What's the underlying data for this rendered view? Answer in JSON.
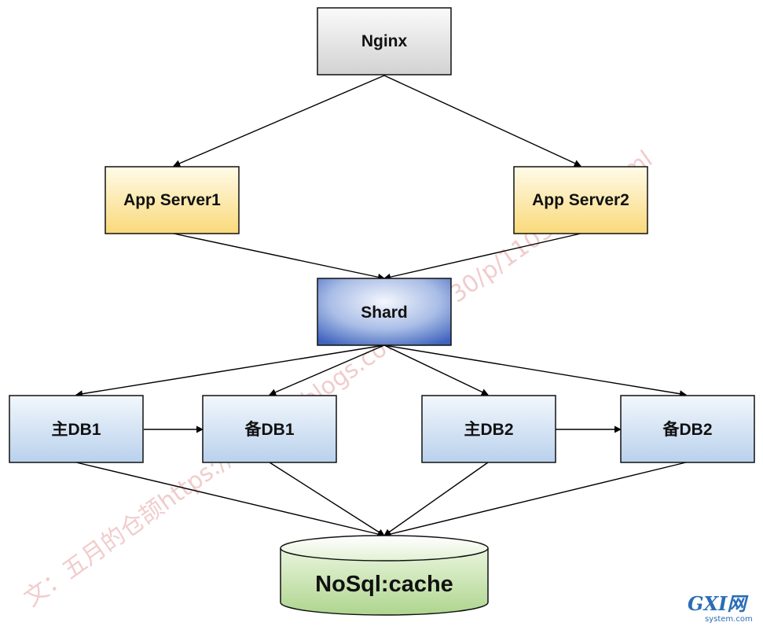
{
  "diagram": {
    "nodes": {
      "nginx": "Nginx",
      "app1": "App Server1",
      "app2": "App Server2",
      "shard": "Shard",
      "master1": "主DB1",
      "backup1": "备DB1",
      "master2": "主DB2",
      "backup2": "备DB2",
      "cache": "NoSql:cache"
    }
  },
  "watermark": {
    "text": "文：五月的仓颉https://www.cnblogs.com/xrq730/p/11039384.html"
  },
  "site_logo": {
    "name": "GXI网",
    "domain": "system.com"
  },
  "colors": {
    "nginx": "#e6e6e6",
    "app": "#fde9a6",
    "shard": "#6f8fd4",
    "db": "#d6e4f3",
    "cache": "#cfe6b8",
    "border": "#111111",
    "watermark": "#e7a3a3"
  }
}
